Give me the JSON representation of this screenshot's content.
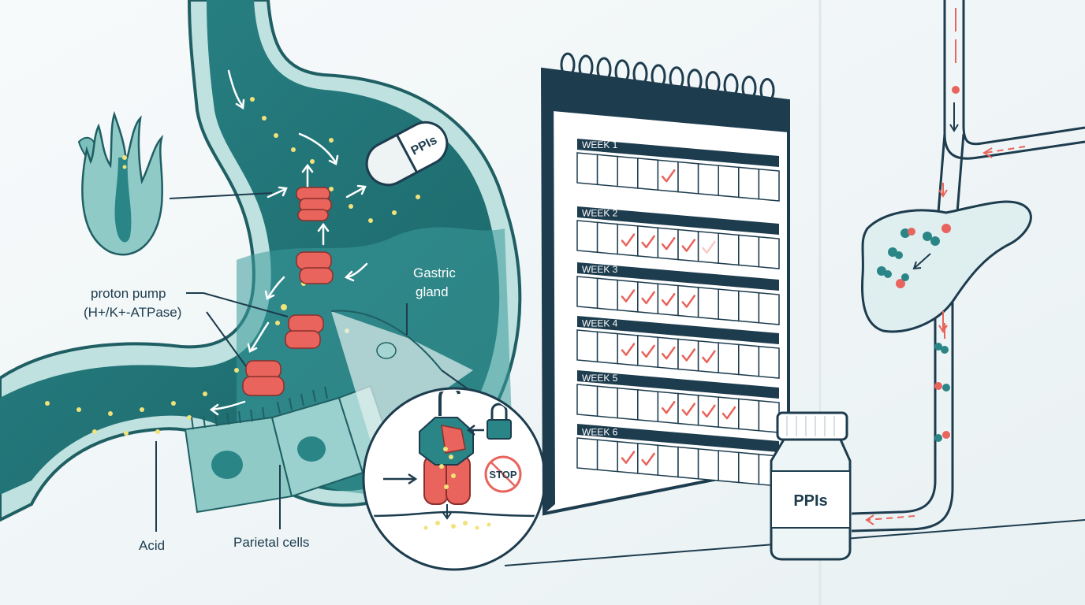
{
  "labels": {
    "proton_pump_line1": "proton pump",
    "proton_pump_line2": "(H+/K+-ATPase)",
    "gastric_gland_line1": "Gastric",
    "gastric_gland_line2": "gland",
    "acid": "Acid",
    "parietal_cells": "Parietal cells",
    "capsule": "PPIs",
    "bottle": "PPIs",
    "stop": "STOP"
  },
  "calendar": {
    "weeks": [
      {
        "label": "WEEK 1",
        "checks": [
          5
        ]
      },
      {
        "label": "WEEK 2",
        "checks": [
          3,
          4,
          5,
          6
        ],
        "faded": [
          7
        ]
      },
      {
        "label": "WEEK 3",
        "checks": [
          3,
          4,
          5,
          6
        ]
      },
      {
        "label": "WEEK 4",
        "checks": [
          3,
          4,
          5,
          6,
          7
        ]
      },
      {
        "label": "WEEK 5",
        "checks": [
          5,
          6,
          7,
          8
        ]
      },
      {
        "label": "WEEK 6",
        "checks": [
          3,
          4
        ]
      }
    ],
    "days_per_row": 10
  },
  "colors": {
    "teal_dark": "#1f6f72",
    "teal_mid": "#2f8f90",
    "teal_light": "#a9d6d4",
    "pump_red": "#e8645c",
    "navy": "#1d3c4e",
    "acid_yellow": "#f2e27a"
  }
}
